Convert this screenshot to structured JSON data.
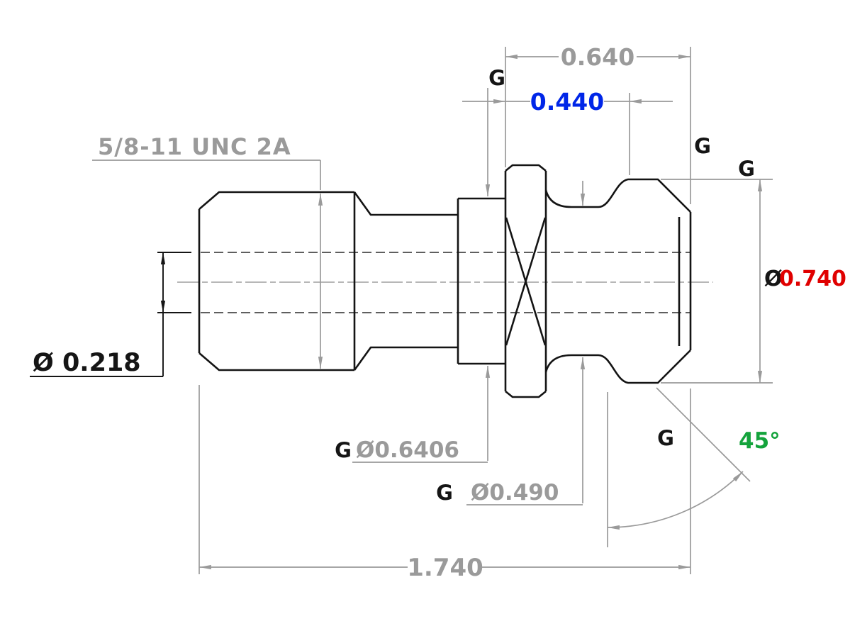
{
  "drawing": {
    "type": "mechanical-part-drawing",
    "part": "retention-knob-pull-stud-side-view",
    "thread_callout": "5/8-11 UNC 2A",
    "dims": {
      "head_length": "0.640",
      "groove_offset": "0.440",
      "hole_dia": "Ø 0.218",
      "head_dia_symbol": "Ø",
      "head_dia_value": "0.740",
      "flange_dia": "Ø0.6406",
      "groove_dia": "Ø0.490",
      "chamfer_angle": "45°",
      "overall_length": "1.740"
    },
    "g_flags": [
      "G",
      "G",
      "G",
      "G",
      "G",
      "G"
    ],
    "colors": {
      "dim_gray": "#9a9a9a",
      "outline_black": "#141414",
      "accent_blue": "#0026e8",
      "accent_red": "#e00000",
      "accent_green": "#14a33c"
    }
  }
}
